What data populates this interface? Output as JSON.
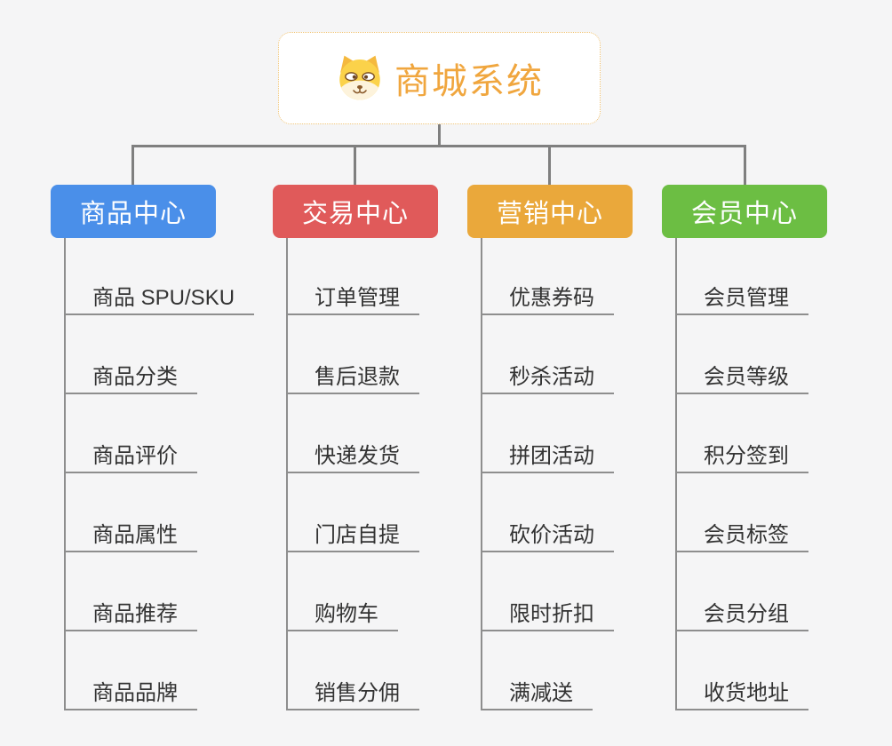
{
  "root": {
    "title": "商城系统",
    "icon": "dog-face-icon"
  },
  "branches": [
    {
      "label": "商品中心",
      "color": "#4A8FE9",
      "items": [
        "商品 SPU/SKU",
        "商品分类",
        "商品评价",
        "商品属性",
        "商品推荐",
        "商品品牌"
      ]
    },
    {
      "label": "交易中心",
      "color": "#E05A5A",
      "items": [
        "订单管理",
        "售后退款",
        "快递发货",
        "门店自提",
        "购物车",
        "销售分佣"
      ]
    },
    {
      "label": "营销中心",
      "color": "#EAA83B",
      "items": [
        "优惠券码",
        "秒杀活动",
        "拼团活动",
        "砍价活动",
        "限时折扣",
        "满减送"
      ]
    },
    {
      "label": "会员中心",
      "color": "#6CBE43",
      "items": [
        "会员管理",
        "会员等级",
        "积分签到",
        "会员标签",
        "会员分组",
        "收货地址"
      ]
    }
  ],
  "colors": {
    "background": "#F5F5F6",
    "connector": "#7F7F7F",
    "leaf_line": "#8E8E8E",
    "leaf_text": "#333333",
    "root_title": "#F0A63E",
    "root_border": "#F0C272"
  }
}
